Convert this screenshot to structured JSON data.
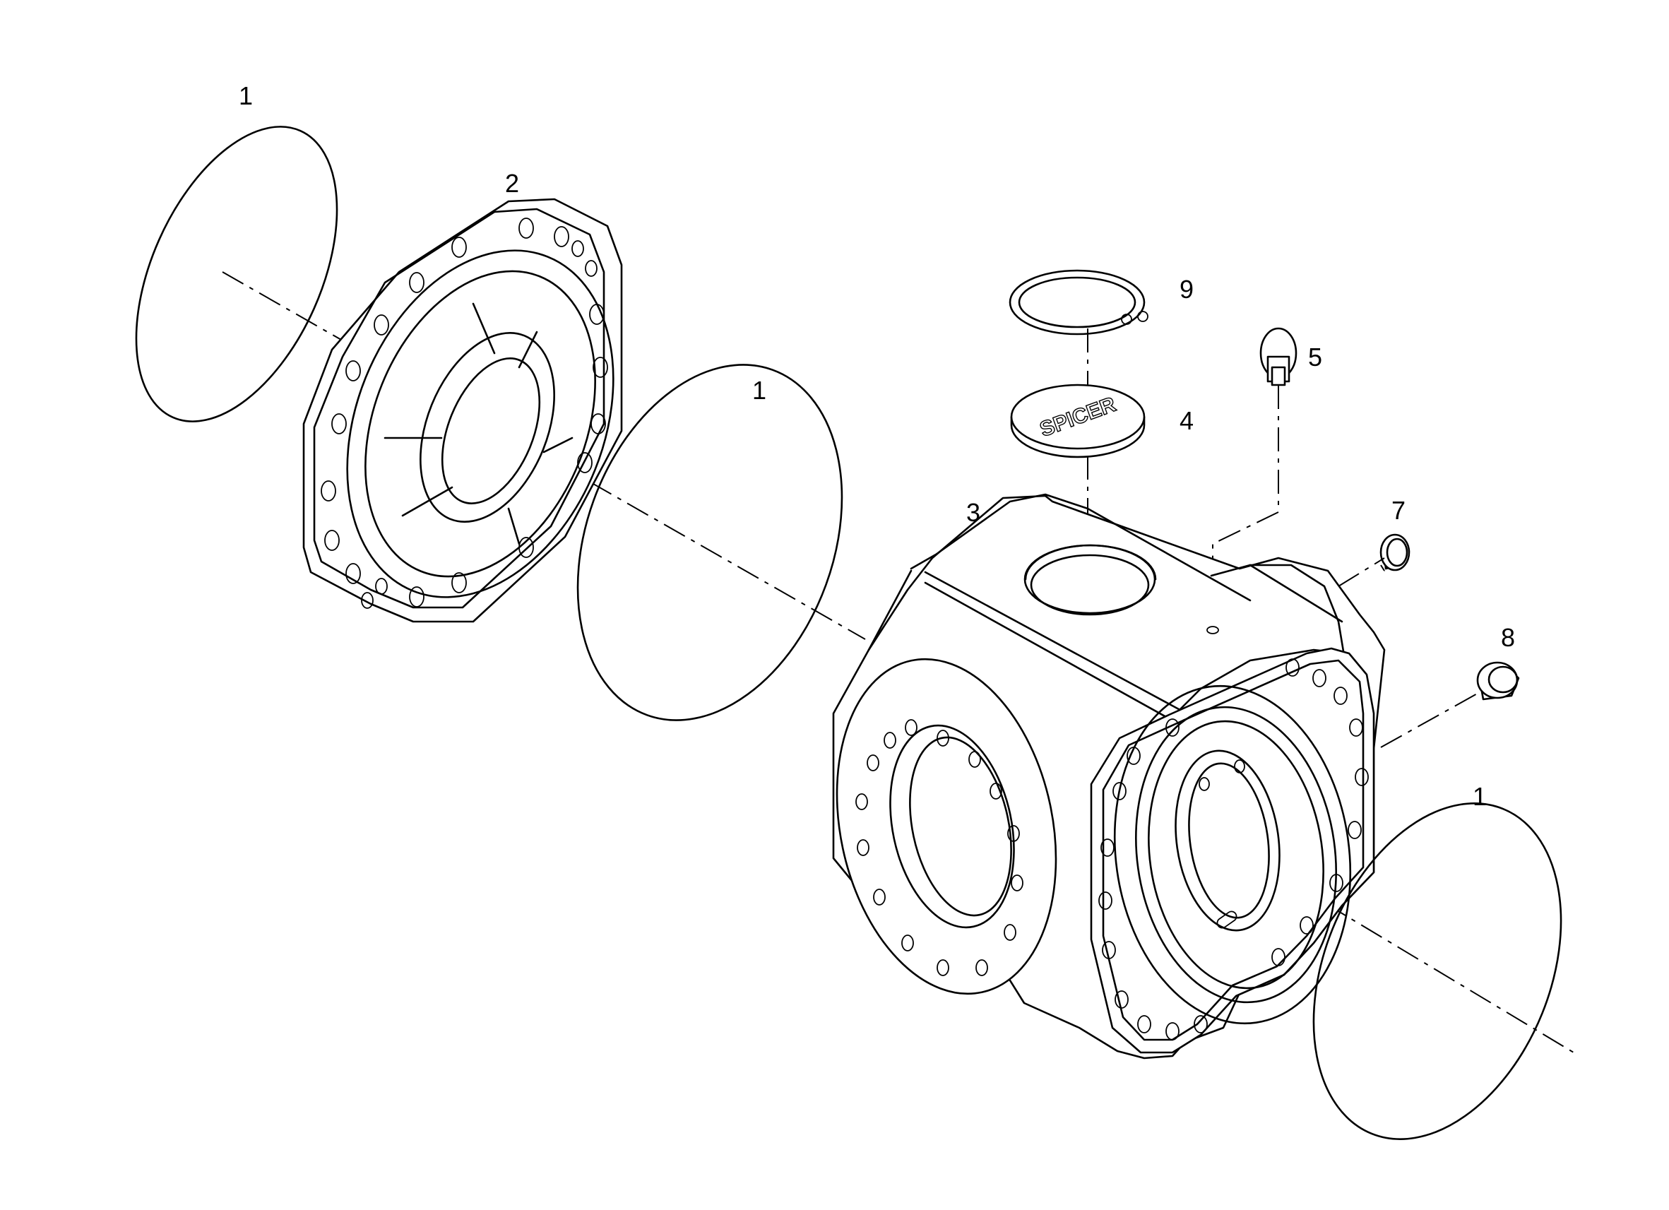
{
  "callouts": [
    {
      "id": "c1a",
      "label": "1"
    },
    {
      "id": "c2",
      "label": "2"
    },
    {
      "id": "c1b",
      "label": "1"
    },
    {
      "id": "c9",
      "label": "9"
    },
    {
      "id": "c5",
      "label": "5"
    },
    {
      "id": "c4",
      "label": "4"
    },
    {
      "id": "c3",
      "label": "3"
    },
    {
      "id": "c7",
      "label": "7"
    },
    {
      "id": "c8",
      "label": "8"
    },
    {
      "id": "c1c",
      "label": "1"
    }
  ],
  "cover_logo": "SPICER",
  "colors": {
    "line": "#000000",
    "background": "#ffffff"
  }
}
